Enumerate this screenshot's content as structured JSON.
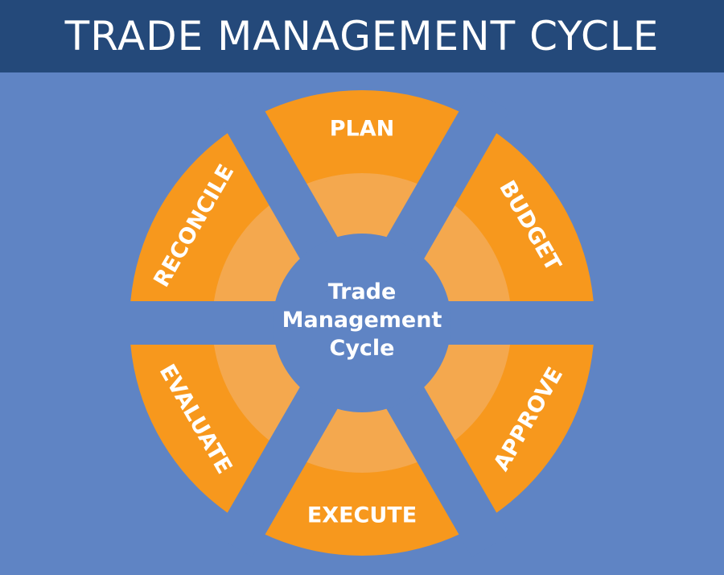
{
  "title": "TRADE MANAGEMENT CYCLE",
  "center": {
    "line1": "Trade",
    "line2": "Management",
    "line3": "Cycle"
  },
  "stages": [
    "PLAN",
    "BUDGET",
    "APPROVE",
    "EXECUTE",
    "EVALUATE",
    "RECONCILE"
  ],
  "colors": {
    "header": "#24497a",
    "background": "#5f84c4",
    "segment": "#f7981d",
    "segment_inner": "#f4a84e"
  }
}
